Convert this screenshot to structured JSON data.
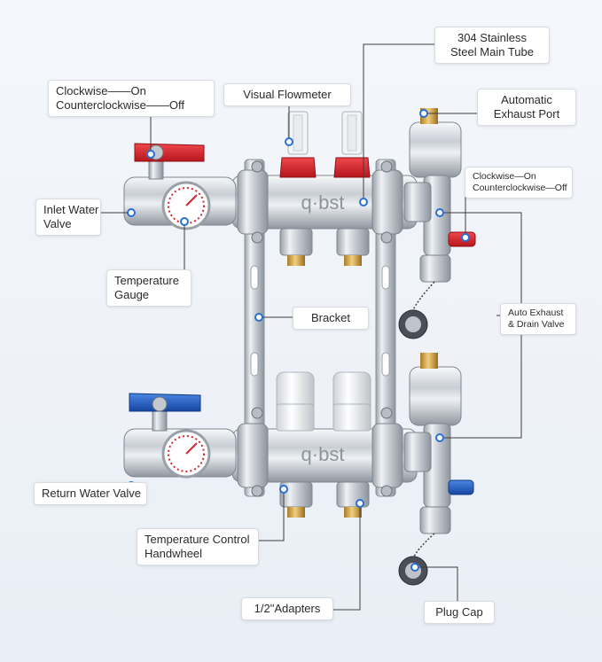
{
  "brand": "q·bst",
  "labels": {
    "valve_rotation": {
      "line1": "Clockwise——On",
      "line2": "Counterclockwise——Off"
    },
    "visual_flowmeter": "Visual Flowmeter",
    "main_tube": {
      "line1": "304 Stainless",
      "line2": "Steel Main Tube"
    },
    "exhaust_port": {
      "line1": "Automatic",
      "line2": "Exhaust Port"
    },
    "drain_rotation": {
      "line1": "Clockwise—On",
      "line2": "Counterclockwise—Off"
    },
    "inlet_valve": {
      "line1": "Inlet Water",
      "line2": "Valve"
    },
    "temp_gauge": {
      "line1": "Temperature",
      "line2": "Gauge"
    },
    "bracket": "Bracket",
    "auto_exhaust_drain": {
      "line1": "Auto Exhaust",
      "line2": "& Drain Valve"
    },
    "return_valve": "Return Water Valve",
    "temp_handwheel": {
      "line1": "Temperature Control",
      "line2": "Handwheel"
    },
    "adapters": "1/2\"Adapters",
    "plug_cap": "Plug Cap"
  },
  "colors": {
    "red_handle": "#d7252c",
    "blue_handle": "#1f5fc4",
    "leader_line": "#3d3d3d",
    "marker": "#2a6fd6"
  }
}
